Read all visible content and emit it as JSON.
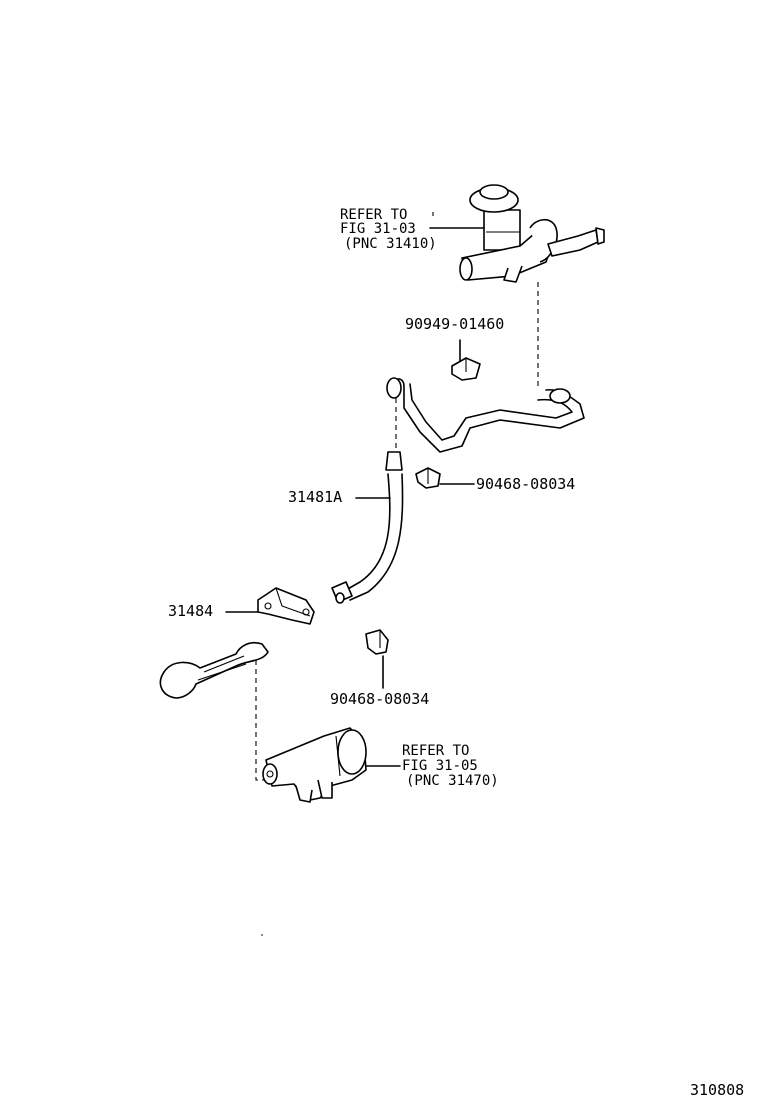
{
  "diagram": {
    "callouts": {
      "master_cylinder_ref": [
        "REFER TO",
        "FIG 31-03",
        "(PNC 31410)"
      ],
      "release_cylinder_ref": [
        "REFER TO",
        "FIG 31-05",
        "(PNC 31470)"
      ],
      "clip_upper": "90949-01460",
      "clip_mid": "90468-08034",
      "flexible_hose": "31481A",
      "hose_bracket": "31484",
      "clip_lower": "90468-08034"
    },
    "sheet_number": "310808"
  }
}
